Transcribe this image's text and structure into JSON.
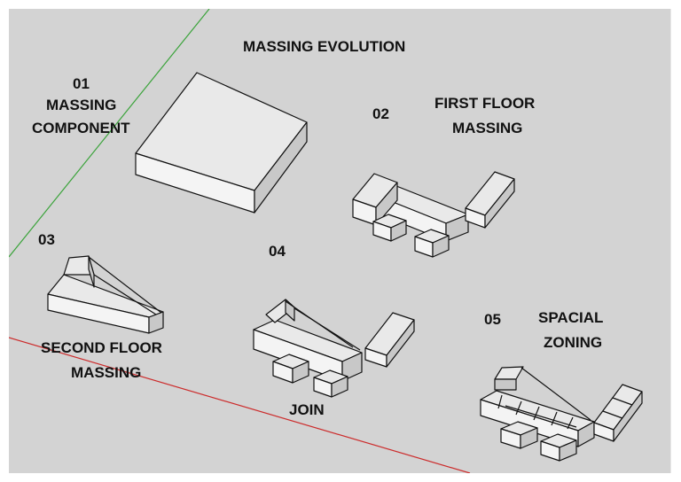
{
  "title": "MASSING EVOLUTION",
  "colors": {
    "background": "#d3d3d3",
    "green_axis": "#3aa33a",
    "red_axis": "#cc2b2b",
    "label_text": "#111111"
  },
  "stages": [
    {
      "number": "01",
      "lines": [
        "MASSING",
        "COMPONENT"
      ]
    },
    {
      "number": "02",
      "lines": [
        "FIRST FLOOR",
        "MASSING"
      ]
    },
    {
      "number": "03",
      "lines": [
        "SECOND FLOOR",
        "MASSING"
      ]
    },
    {
      "number": "04",
      "lines": [
        "JOIN"
      ]
    },
    {
      "number": "05",
      "lines": [
        "SPACIAL",
        "ZONING"
      ]
    }
  ]
}
